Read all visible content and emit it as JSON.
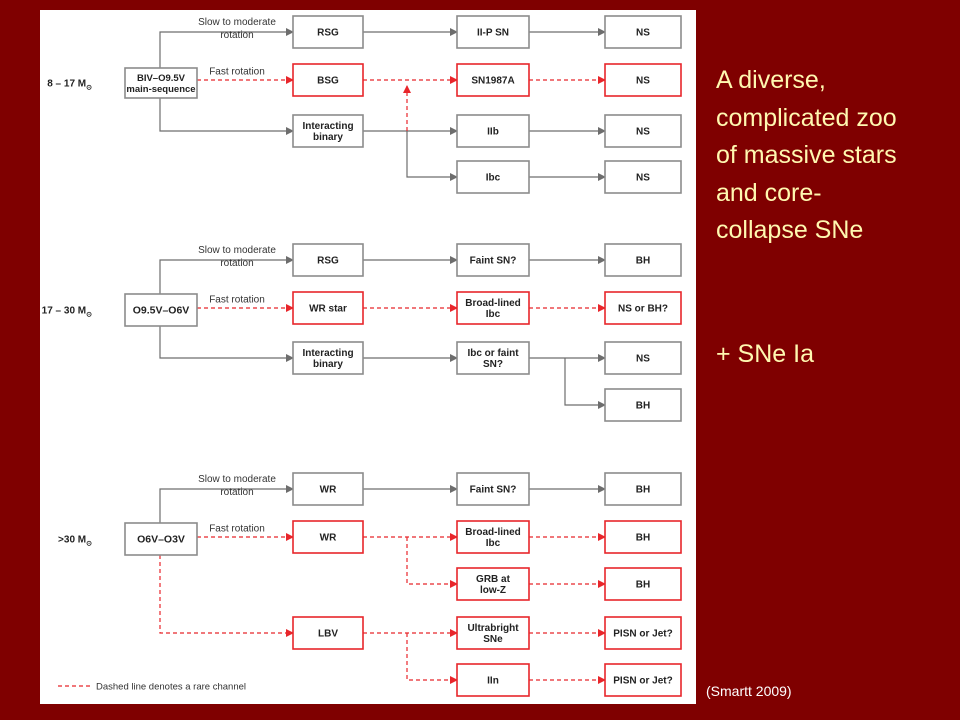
{
  "slide": {
    "title_lines": [
      "A diverse,",
      "complicated zoo",
      "of massive stars",
      "and core-",
      "collapse SNe"
    ],
    "sne_ia": "+ SNe Ia",
    "credit": "(Smartt 2009)"
  },
  "diagram": {
    "colors": {
      "gray": "#6d6d6d",
      "red": "#e8262b",
      "box_border_gray": "#8c8c8c"
    },
    "legend": "Dashed line denotes a rare channel",
    "branch_labels": {
      "slow_line1": "Slow to moderate",
      "slow_line2": "rotation",
      "fast": "Fast rotation"
    },
    "groups": [
      {
        "mass": "8 – 17 M",
        "mass_subscript": "⊙",
        "star_line1": "BIV–O9.5V",
        "star_line2": "main-sequence",
        "phases": [
          "RSG",
          "BSG",
          "Interacting binary"
        ],
        "supernovae": [
          "II-P SN",
          "SN1987A",
          "IIb",
          "Ibc"
        ],
        "remnants": [
          "NS",
          "NS",
          "NS",
          "NS"
        ]
      },
      {
        "mass": "17 – 30 M",
        "mass_subscript": "⊙",
        "star_line1": "O9.5V–O6V",
        "phases": [
          "RSG",
          "WR star",
          "Interacting binary"
        ],
        "supernovae": [
          "Faint SN?",
          "Broad-lined Ibc",
          "Ibc or faint SN?"
        ],
        "remnants": [
          "BH",
          "NS or BH?",
          "NS",
          "BH"
        ]
      },
      {
        "mass": ">30 M",
        "mass_subscript": "⊙",
        "star_line1": "O6V–O3V",
        "phases": [
          "WR",
          "WR",
          "LBV"
        ],
        "supernovae": [
          "Faint SN?",
          "Broad-lined Ibc",
          "GRB at low-Z",
          "Ultrabright SNe",
          "IIn"
        ],
        "remnants": [
          "BH",
          "BH",
          "BH",
          "PISN or Jet?",
          "PISN or Jet?"
        ]
      }
    ]
  }
}
